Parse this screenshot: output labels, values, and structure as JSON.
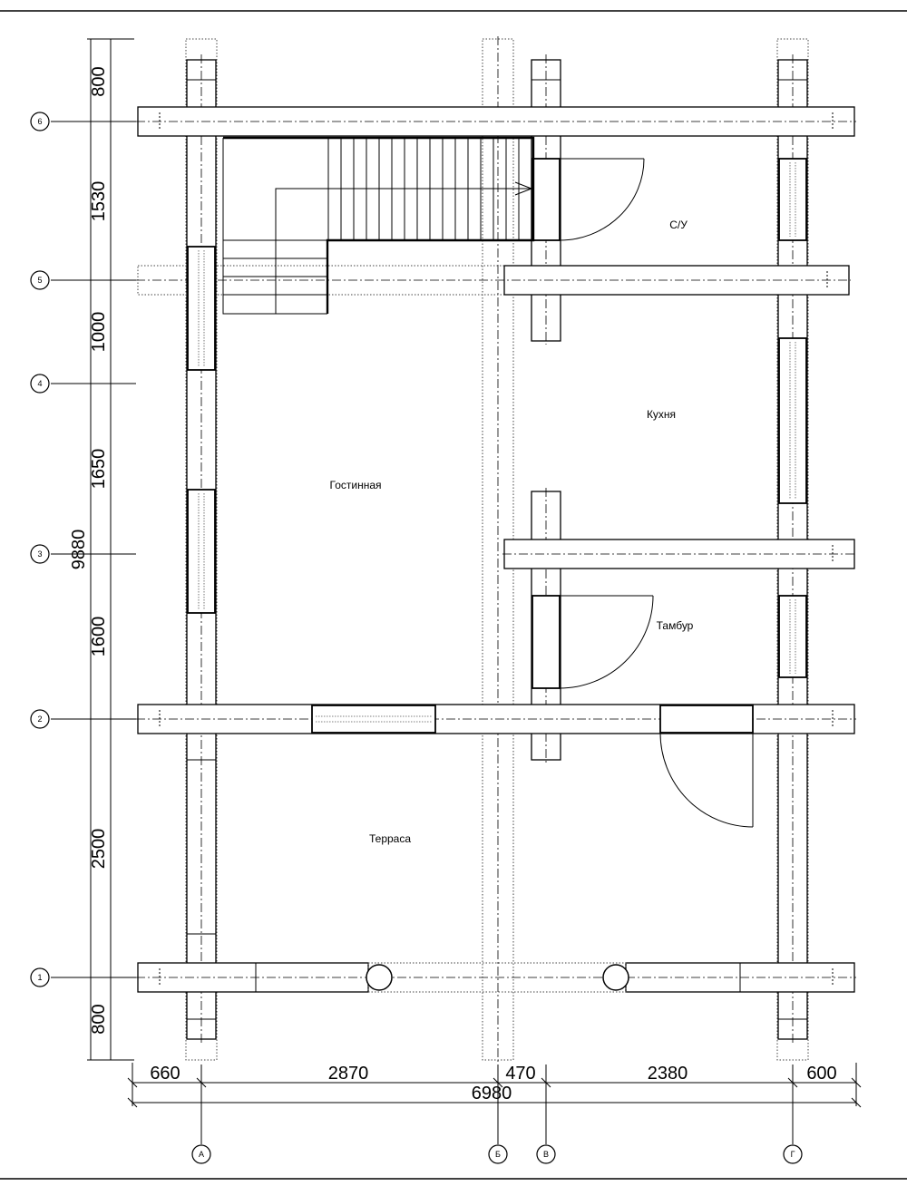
{
  "plan": {
    "rooms": {
      "su": "С/У",
      "kitchen": "Кухня",
      "living": "Гостинная",
      "tambur": "Тамбур",
      "terrace": "Терраса"
    },
    "axes_rows": [
      "6",
      "5",
      "4",
      "3",
      "2",
      "1"
    ],
    "axes_cols": [
      "А",
      "Б",
      "В",
      "Г"
    ],
    "dims_vertical": {
      "d1": "800",
      "d2": "1530",
      "d3": "1000",
      "d4": "1650",
      "d5": "1600",
      "d6": "2500",
      "d7": "800",
      "total": "9880"
    },
    "dims_horizontal": {
      "d1": "660",
      "d2": "2870",
      "d3": "470",
      "d4": "2380",
      "d5": "600",
      "total": "6980"
    }
  }
}
